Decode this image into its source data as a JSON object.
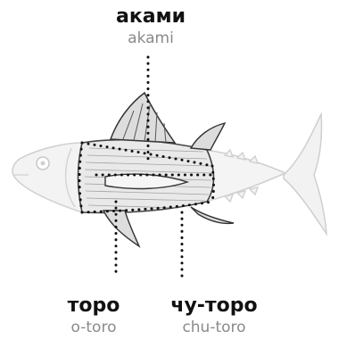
{
  "labels": {
    "akami": {
      "title": "аками",
      "subtitle": "akami"
    },
    "toro": {
      "title": "торо",
      "subtitle": "o-toro"
    },
    "chutoro": {
      "title": "чу-торо",
      "subtitle": "chu-toro"
    }
  }
}
